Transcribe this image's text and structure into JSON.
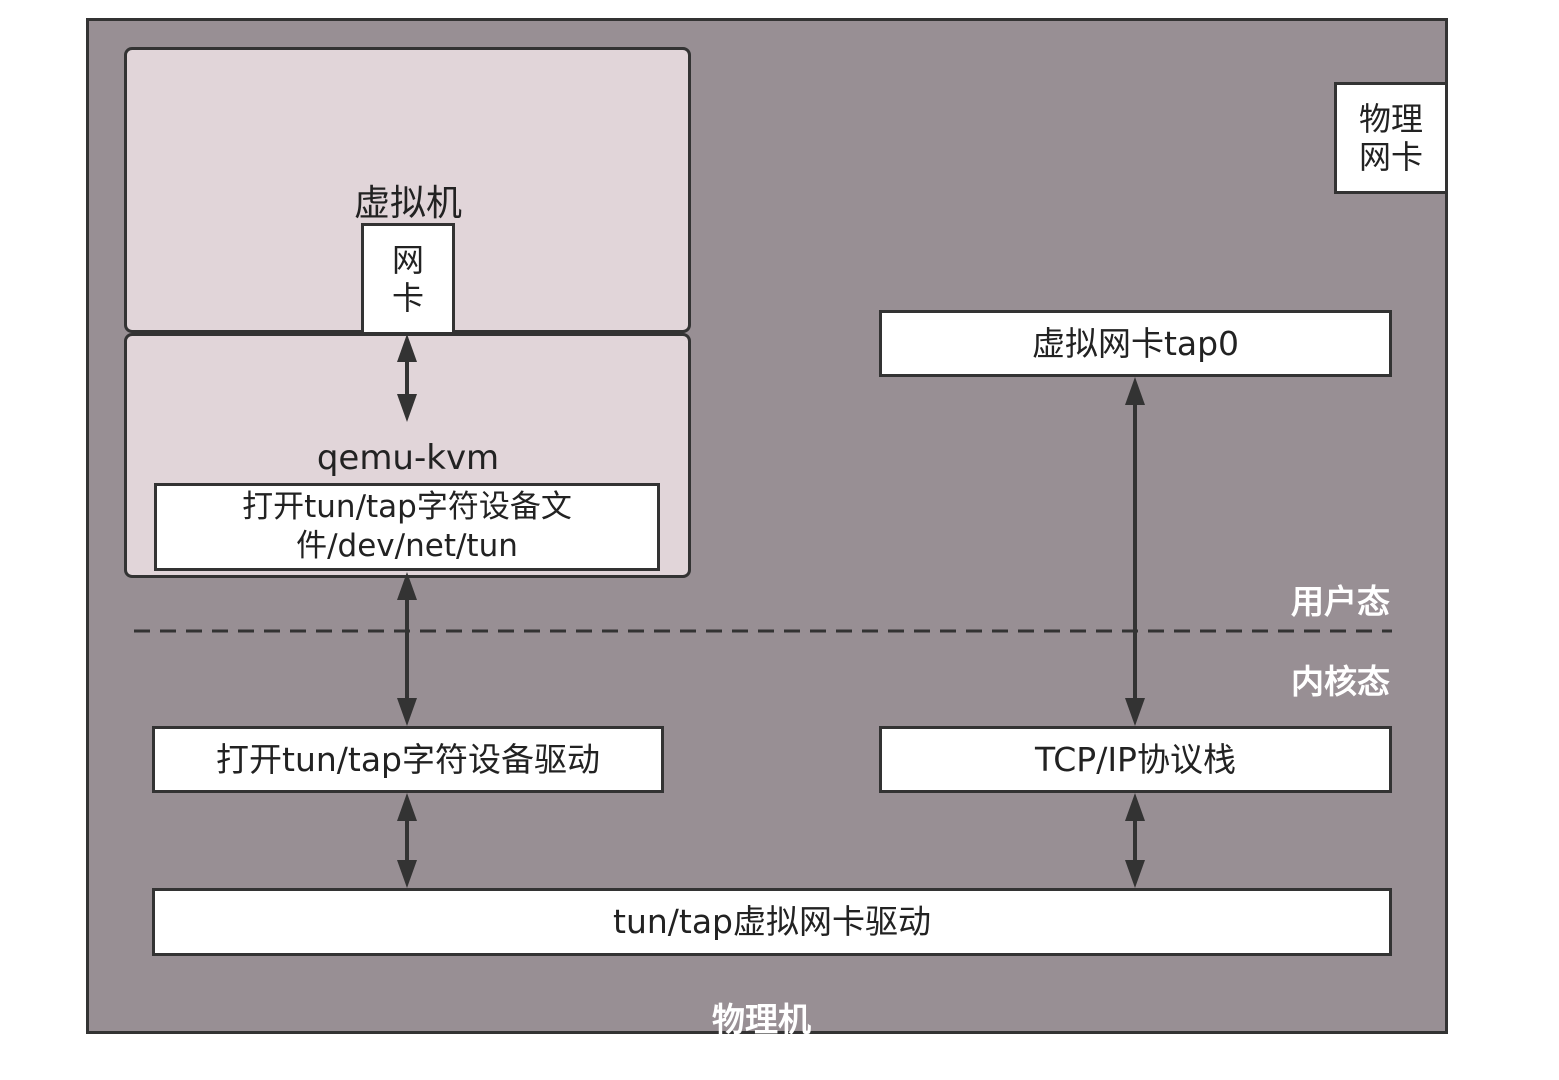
{
  "physical_machine": {
    "label": "物理机"
  },
  "physical_nic": {
    "label_line1": "物理",
    "label_line2": "网卡"
  },
  "virtual_machine": {
    "label": "虚拟机",
    "nic_line1": "网",
    "nic_line2": "卡"
  },
  "qemu": {
    "label": "qemu-kvm",
    "open_file_line1": "打开tun/tap字符设备文",
    "open_file_line2": "件/dev/net/tun"
  },
  "tap0": {
    "label": "虚拟网卡tap0"
  },
  "user_space": {
    "label": "用户态"
  },
  "kernel_space": {
    "label": "内核态"
  },
  "char_driver": {
    "label": "打开tun/tap字符设备驱动"
  },
  "tcpip": {
    "label": "TCP/IP协议栈"
  },
  "tuntap_driver": {
    "label": "tun/tap虚拟网卡驱动"
  },
  "colors": {
    "host_bg": "#988f94",
    "vm_bg": "#e1d5d9",
    "line": "#333333",
    "box_bg": "#ffffff"
  }
}
